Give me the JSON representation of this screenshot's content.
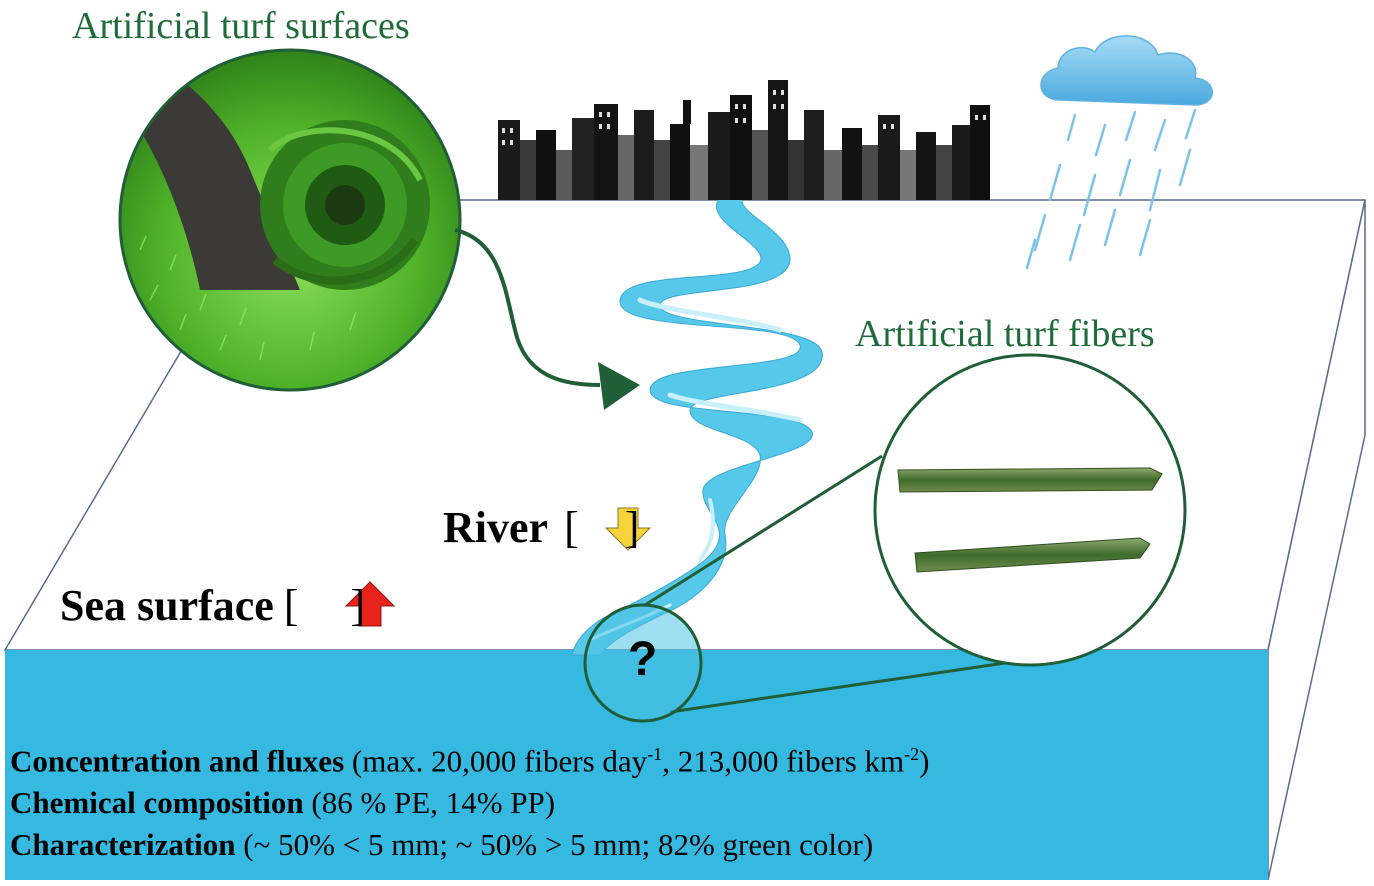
{
  "labels": {
    "surfaces_title": "Artificial turf surfaces",
    "fibers_title": "Artificial turf fibers",
    "river_label": "River",
    "sea_label": "Sea surface",
    "question_mark": "?"
  },
  "findings": [
    {
      "heading": "Concentration and fluxes",
      "pre": " (max. 20,000 fibers day",
      "sup1": "-1",
      "mid": ", 213,000 fibers km",
      "sup2": "-2",
      "post": ")"
    },
    {
      "heading": "Chemical composition",
      "detail": " (86 % PE, 14% PP)"
    },
    {
      "heading": "Characterization",
      "detail": " (~ 50% < 5 mm; ~ 50% > 5 mm; 82% green color)"
    }
  ],
  "icons": {
    "river_trend": "arrow-down-icon",
    "sea_trend": "arrow-up-icon",
    "city": "city-skyline-icon",
    "rain": "rain-cloud-icon"
  },
  "colors": {
    "sea": "#35b9e0",
    "river": "#56c8ea",
    "green_text": "#1f6b3a",
    "arrow_green": "#1f5e36",
    "down_arrow": "#f5d33a",
    "up_arrow": "#e8231b",
    "turf_dark": "#2f8a1d",
    "turf_light": "#7ed957"
  }
}
